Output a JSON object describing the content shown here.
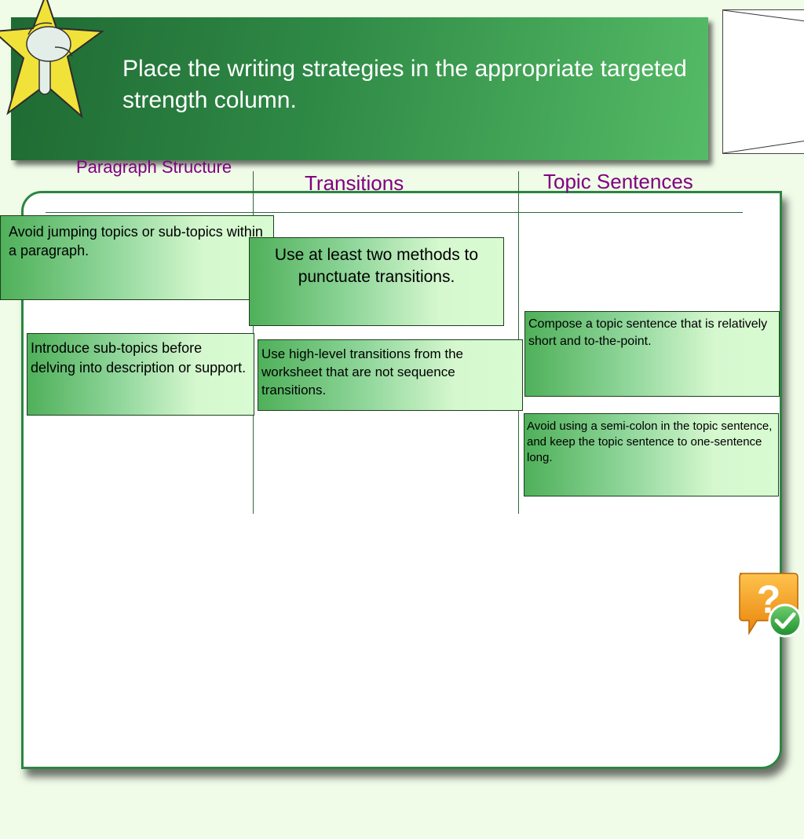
{
  "header": {
    "title": "Place the writing strategies in the appropriate targeted strength column."
  },
  "columns": [
    {
      "label": "Paragraph Structure"
    },
    {
      "label": "Transitions"
    },
    {
      "label": "Topic Sentences"
    }
  ],
  "cards": [
    {
      "text": "Avoid jumping topics or sub-topics within a paragraph."
    },
    {
      "text": "Use at least two methods to punctuate transitions."
    },
    {
      "text": "Introduce sub-topics before delving into description or support."
    },
    {
      "text": "Use high-level transitions from the worksheet that are not sequence transitions."
    },
    {
      "text": "Compose a topic sentence that is relatively short and to-the-point."
    },
    {
      "text": "Avoid using a semi-colon in the topic sentence, and keep the topic sentence to one-sentence long."
    }
  ],
  "icons": {
    "star": "star-pointing-hand-icon",
    "help": "help-check-icon"
  },
  "colors": {
    "header_green": "#2f8a46",
    "column_label": "#800080",
    "card_green": "#4fb05a",
    "background": "#f0fbe8"
  }
}
